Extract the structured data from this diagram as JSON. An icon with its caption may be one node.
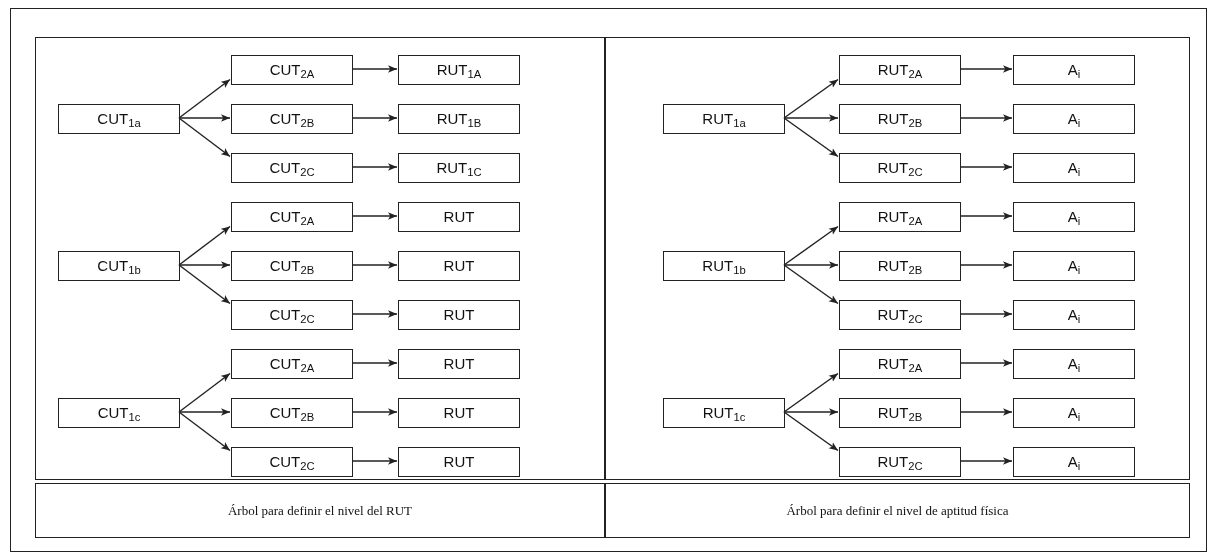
{
  "diagram": {
    "nodes": [
      {
        "text": [],
        "shape": "box"
      },
      {
        "text": [],
        "shape": "box"
      },
      {
        "text": [
          "CUT$_{2A}$"
        ],
        "in": 0
      },
      {
        "text": [
          "RUT$_{1A}$"
        ],
        "in": 0
      },
      {
        "text": [
          "CUT$_{1a}$"
        ],
        "in": 0
      },
      {
        "text": [
          "CUT$_{2B}$"
        ],
        "in": 0
      },
      {
        "text": [
          "RUT$_{1B}$"
        ],
        "in": 0
      },
      {
        "text": [
          "CUT$_{2C}$"
        ],
        "in": 0
      },
      {
        "text": [
          "RUT$_{1C}$"
        ],
        "in": 0
      },
      {
        "text": [
          "CUT$_{2A}$"
        ],
        "in": 0
      },
      {
        "text": [
          "RUT"
        ],
        "in": 0
      },
      {
        "text": [
          "CUT$_{1b}$"
        ],
        "in": 0
      },
      {
        "text": [
          "CUT$_{2B}$"
        ],
        "in": 0
      },
      {
        "text": [
          "RUT"
        ],
        "in": 0
      },
      {
        "text": [
          "CUT$_{2C}$"
        ],
        "in": 0
      },
      {
        "text": [
          "RUT"
        ],
        "in": 0
      },
      {
        "text": [
          "CUT$_{2A}$"
        ],
        "in": 0
      },
      {
        "text": [
          "RUT"
        ],
        "in": 0
      },
      {
        "text": [
          "CUT$_{1c}$"
        ],
        "in": 0
      },
      {
        "text": [
          "CUT$_{2B}$"
        ],
        "in": 0
      },
      {
        "text": [
          "RUT"
        ],
        "in": 0
      },
      {
        "text": [
          "CUT$_{2C}$"
        ],
        "in": 0
      },
      {
        "text": [
          "RUT"
        ],
        "in": 0
      },
      {
        "text": [
          "RUT$_{2A}$"
        ],
        "in": 1
      },
      {
        "text": [
          "A$_{i}$"
        ],
        "in": 1
      },
      {
        "text": [
          "RUT$_{1a}$"
        ],
        "in": 1
      },
      {
        "text": [
          "RUT$_{2B}$"
        ],
        "in": 1
      },
      {
        "text": [
          "A$_{i}$"
        ],
        "in": 1
      },
      {
        "text": [
          "RUT$_{2C}$"
        ],
        "in": 1
      },
      {
        "text": [
          "A$_{i}$"
        ],
        "in": 1
      },
      {
        "text": [
          "RUT$_{2A}$"
        ],
        "in": 1
      },
      {
        "text": [
          "A$_{i}$"
        ],
        "in": 1
      },
      {
        "text": [
          "RUT$_{1b}$"
        ],
        "in": 1
      },
      {
        "text": [
          "RUT$_{2B}$"
        ],
        "in": 1
      },
      {
        "text": [
          "A$_{i}$"
        ],
        "in": 1
      },
      {
        "text": [
          "RUT$_{2C}$"
        ],
        "in": 1
      },
      {
        "text": [
          "A$_{i}$"
        ],
        "in": 1
      },
      {
        "text": [
          "RUT$_{2A}$"
        ],
        "in": 1
      },
      {
        "text": [
          "A$_{i}$"
        ],
        "in": 1
      },
      {
        "text": [
          "RUT$_{1c}$"
        ],
        "in": 1
      },
      {
        "text": [
          "RUT$_{2B}$"
        ],
        "in": 1
      },
      {
        "text": [
          "A$_{i}$"
        ],
        "in": 1
      },
      {
        "text": [
          "RUT$_{2C}$"
        ],
        "in": 1
      },
      {
        "text": [
          "A$_{i}$"
        ],
        "in": 1
      },
      {
        "text": [
          "Árbol para definir el nivel del RUT"
        ]
      },
      {
        "text": [
          "Árbol para definir el nivel de aptitud física"
        ]
      }
    ],
    "edges": [
      {
        "from": 4,
        "to": 2,
        "arrow": "to"
      },
      {
        "from": 4,
        "to": 5,
        "arrow": "to"
      },
      {
        "from": 4,
        "to": 7,
        "arrow": "to"
      },
      {
        "from": 2,
        "to": 3,
        "arrow": "to"
      },
      {
        "from": 5,
        "to": 6,
        "arrow": "to"
      },
      {
        "from": 7,
        "to": 8,
        "arrow": "to"
      },
      {
        "from": 11,
        "to": 9,
        "arrow": "to"
      },
      {
        "from": 11,
        "to": 12,
        "arrow": "to"
      },
      {
        "from": 11,
        "to": 14,
        "arrow": "to"
      },
      {
        "from": 9,
        "to": 10,
        "arrow": "to"
      },
      {
        "from": 12,
        "to": 13,
        "arrow": "to"
      },
      {
        "from": 14,
        "to": 15,
        "arrow": "to"
      },
      {
        "from": 18,
        "to": 16,
        "arrow": "to"
      },
      {
        "from": 18,
        "to": 19,
        "arrow": "to"
      },
      {
        "from": 18,
        "to": 21,
        "arrow": "to"
      },
      {
        "from": 16,
        "to": 17,
        "arrow": "to"
      },
      {
        "from": 19,
        "to": 20,
        "arrow": "to"
      },
      {
        "from": 21,
        "to": 22,
        "arrow": "to"
      },
      {
        "from": 25,
        "to": 23,
        "arrow": "to"
      },
      {
        "from": 25,
        "to": 26,
        "arrow": "to"
      },
      {
        "from": 25,
        "to": 28,
        "arrow": "to"
      },
      {
        "from": 23,
        "to": 24,
        "arrow": "to"
      },
      {
        "from": 26,
        "to": 27,
        "arrow": "to"
      },
      {
        "from": 28,
        "to": 29,
        "arrow": "to"
      },
      {
        "from": 32,
        "to": 30,
        "arrow": "to"
      },
      {
        "from": 32,
        "to": 33,
        "arrow": "to"
      },
      {
        "from": 32,
        "to": 35,
        "arrow": "to"
      },
      {
        "from": 30,
        "to": 31,
        "arrow": "to"
      },
      {
        "from": 33,
        "to": 34,
        "arrow": "to"
      },
      {
        "from": 35,
        "to": 36,
        "arrow": "to"
      },
      {
        "from": 39,
        "to": 37,
        "arrow": "to"
      },
      {
        "from": 39,
        "to": 40,
        "arrow": "to"
      },
      {
        "from": 39,
        "to": 42,
        "arrow": "to"
      },
      {
        "from": 37,
        "to": 38,
        "arrow": "to"
      },
      {
        "from": 40,
        "to": 41,
        "arrow": "to"
      },
      {
        "from": 42,
        "to": 43,
        "arrow": "to"
      }
    ]
  }
}
